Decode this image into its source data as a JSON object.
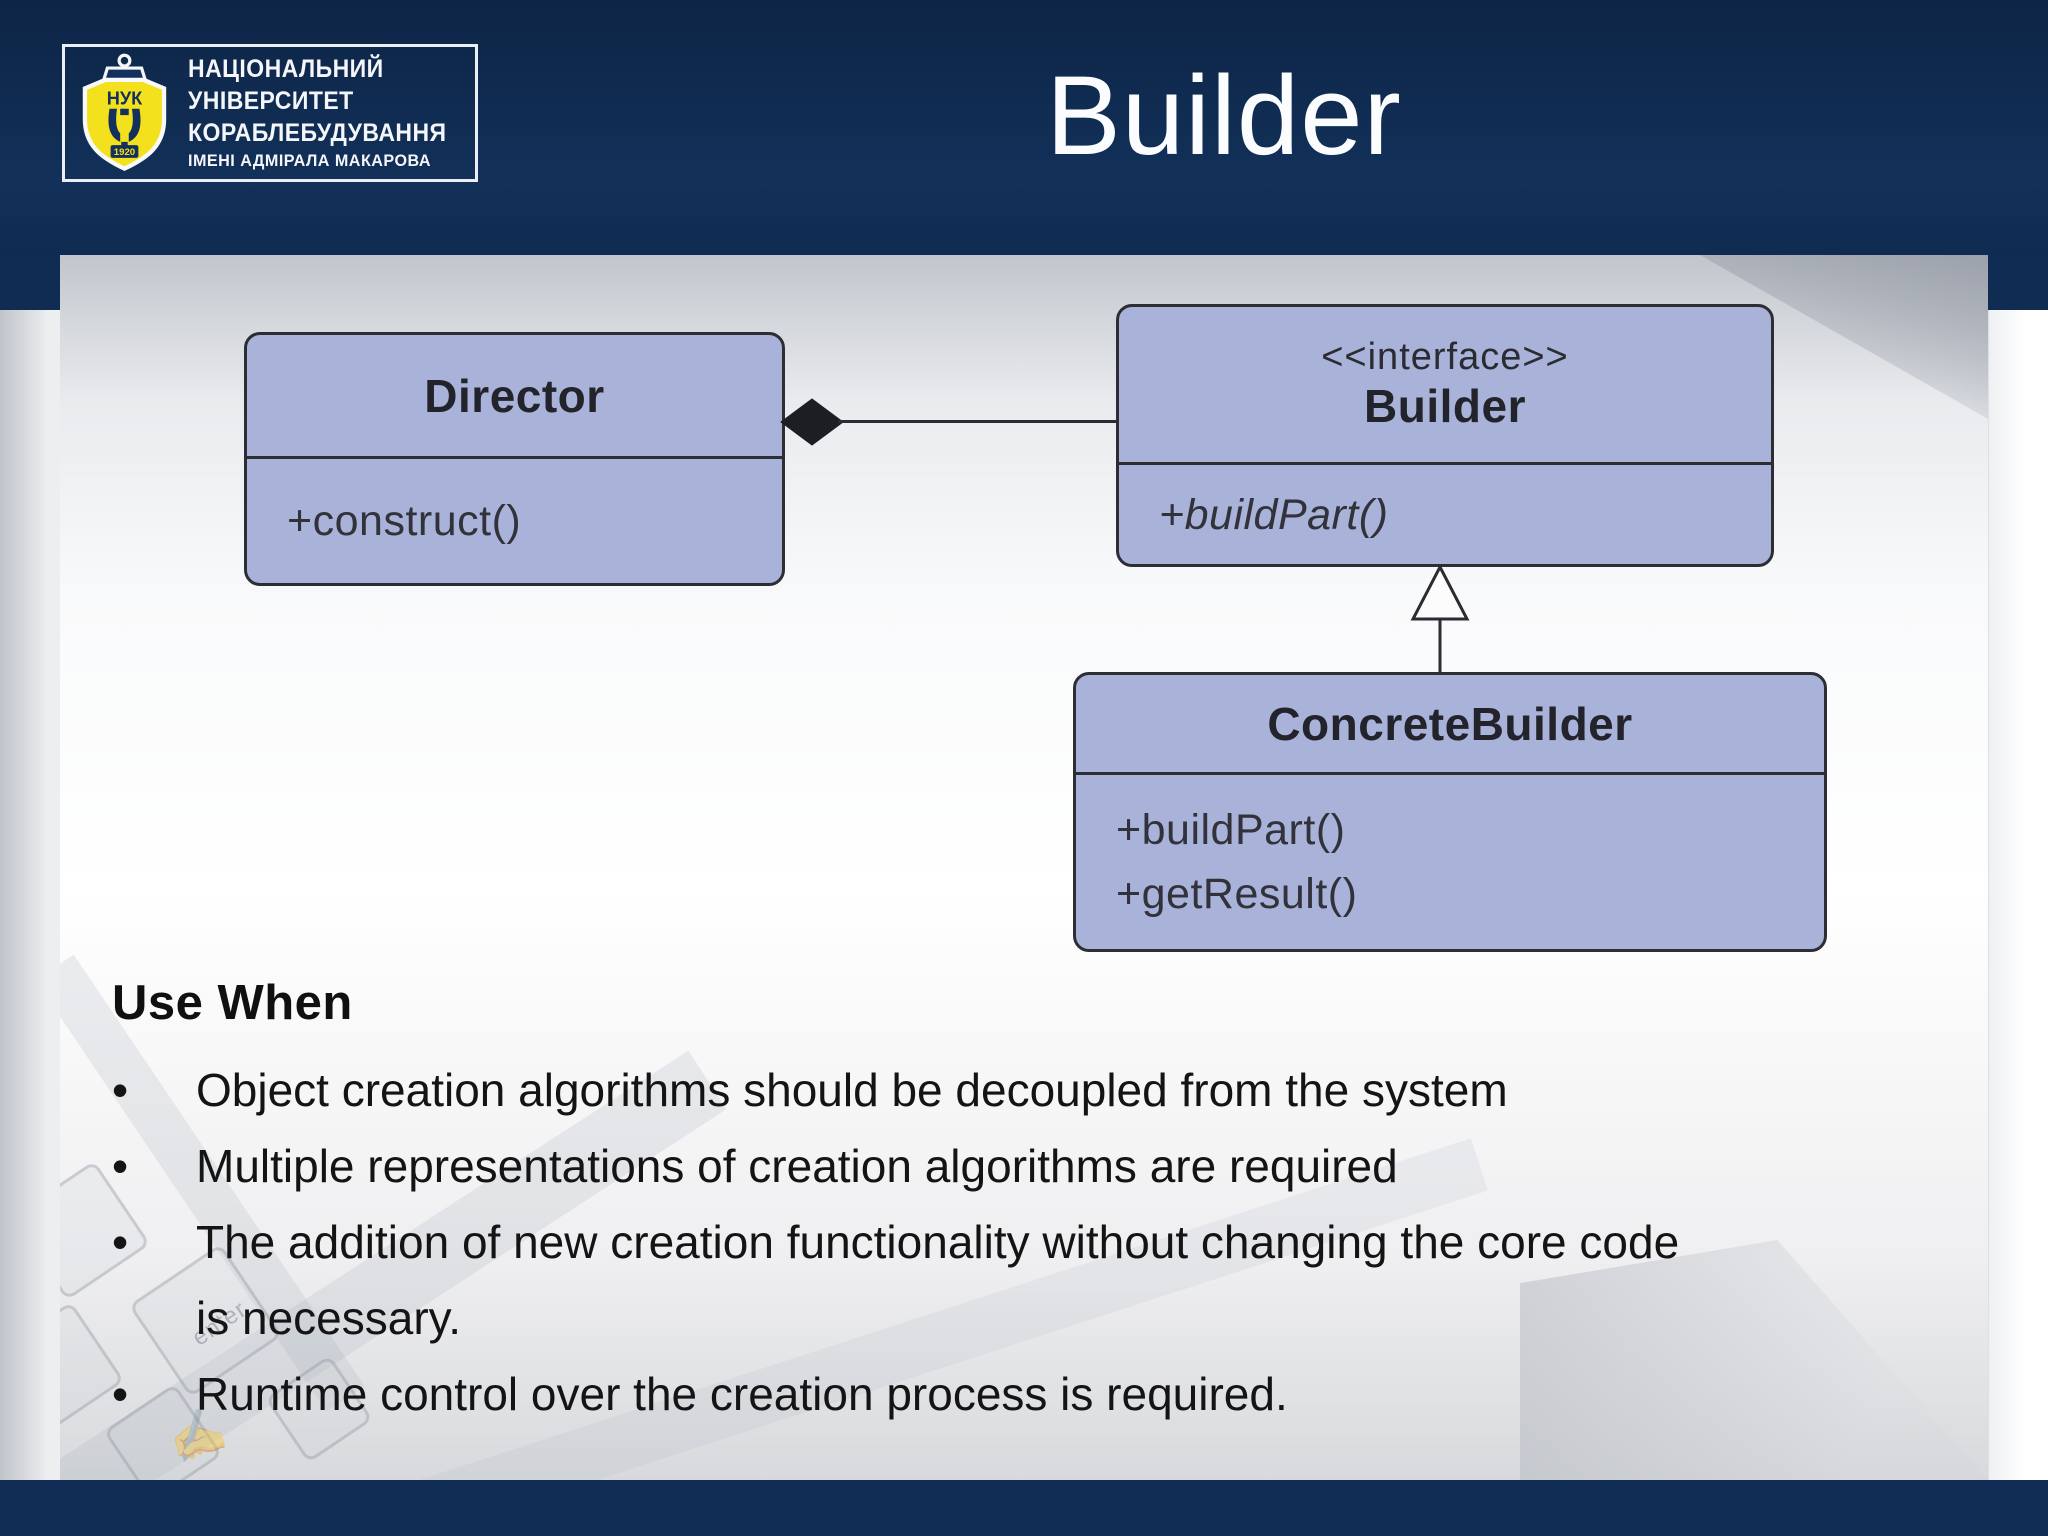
{
  "slide": {
    "title": "Builder",
    "colors": {
      "header_navy": "#112c55",
      "uml_box_fill": "#a9b2d9",
      "uml_box_border": "#2d2d34",
      "emblem_yellow": "#f4e11d"
    }
  },
  "logo": {
    "emblem_text": "НУК",
    "emblem_year": "1920",
    "line1": "НАЦІОНАЛЬНИЙ",
    "line2": "УНІВЕРСИТЕТ",
    "line3": "КОРАБЛЕБУДУВАННЯ",
    "line4": "ІМЕНІ  АДМІРАЛА МАКАРОВА"
  },
  "diagram": {
    "director": {
      "title": "Director",
      "methods": [
        "+construct()"
      ]
    },
    "builder": {
      "stereotype": "<<interface>>",
      "title": "Builder",
      "methods": [
        "+buildPart()"
      ]
    },
    "concrete_builder": {
      "title": "ConcreteBuilder",
      "methods": [
        "+buildPart()",
        "+getResult()"
      ]
    },
    "relations": {
      "aggregation": "Director ◆— Builder",
      "realization": "ConcreteBuilder —▷ Builder"
    }
  },
  "content": {
    "heading": "Use When",
    "bullets": [
      "Object creation algorithms should be decoupled from the system",
      "Multiple representations of creation algorithms are required",
      "The addition of new creation functionality without changing the core code is necessary.",
      "Runtime control over the creation process is required."
    ]
  },
  "decor": {
    "ghost_key_label": "enter"
  }
}
